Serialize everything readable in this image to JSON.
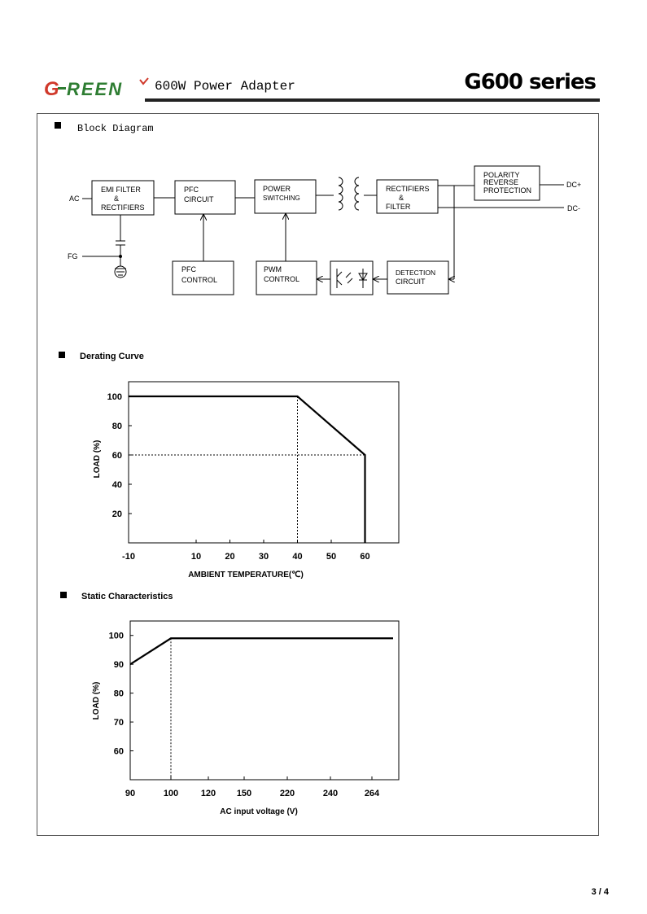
{
  "header": {
    "logo_text": "GREEN",
    "doc_title": "600W Power Adapter",
    "series": "G600 series"
  },
  "sections": {
    "block_diagram": "Block Diagram",
    "derating_curve": "Derating Curve",
    "static_characteristics": "Static Characteristics"
  },
  "block_diagram": {
    "inputs": {
      "ac": "AC",
      "fg": "FG"
    },
    "outputs": {
      "dc_plus": "DC+",
      "dc_minus": "DC-"
    },
    "blocks": {
      "emi": [
        "EMI FILTER",
        "&",
        "RECTIFIERS"
      ],
      "pfc_circuit": [
        "PFC",
        "CIRCUIT"
      ],
      "power_switching": [
        "POWER",
        "SWITCHING"
      ],
      "rectifiers": [
        "RECTIFIERS",
        "&",
        "FILTER"
      ],
      "polarity": [
        "POLARITY",
        "REVERSE",
        "PROTECTION"
      ],
      "pfc_control": [
        "PFC",
        "CONTROL"
      ],
      "pwm_control": [
        "PWM",
        "CONTROL"
      ],
      "detection": [
        "DETECTION",
        "CIRCUIT"
      ]
    }
  },
  "chart_data": [
    {
      "type": "line",
      "title": "Derating Curve",
      "xlabel": "AMBIENT TEMPERATURE(℃)",
      "ylabel": "LOAD (%)",
      "x_ticks": [
        "-10",
        "10",
        "20",
        "30",
        "40",
        "50",
        "60"
      ],
      "y_ticks": [
        "100",
        "80",
        "60",
        "40",
        "20"
      ],
      "xlim": [
        -10,
        70
      ],
      "ylim": [
        0,
        110
      ],
      "series": [
        {
          "x": [
            -10,
            40,
            60,
            60
          ],
          "y": [
            100,
            100,
            60,
            0
          ]
        }
      ],
      "reference_lines": {
        "x": 40,
        "y": 60
      }
    },
    {
      "type": "line",
      "title": "Static Characteristics",
      "xlabel": "AC input voltage  (V)",
      "ylabel": "LOAD (%)",
      "x_ticks": [
        "90",
        "100",
        "120",
        "150",
        "220",
        "240",
        "264"
      ],
      "y_ticks": [
        "100",
        "90",
        "80",
        "70",
        "60"
      ],
      "ylim": [
        50,
        105
      ],
      "series": [
        {
          "x": [
            "90",
            "100",
            "264"
          ],
          "y": [
            90,
            99,
            99
          ]
        }
      ],
      "reference_lines": {
        "x": "100"
      }
    }
  ],
  "footer": {
    "page": "3 / 4"
  }
}
